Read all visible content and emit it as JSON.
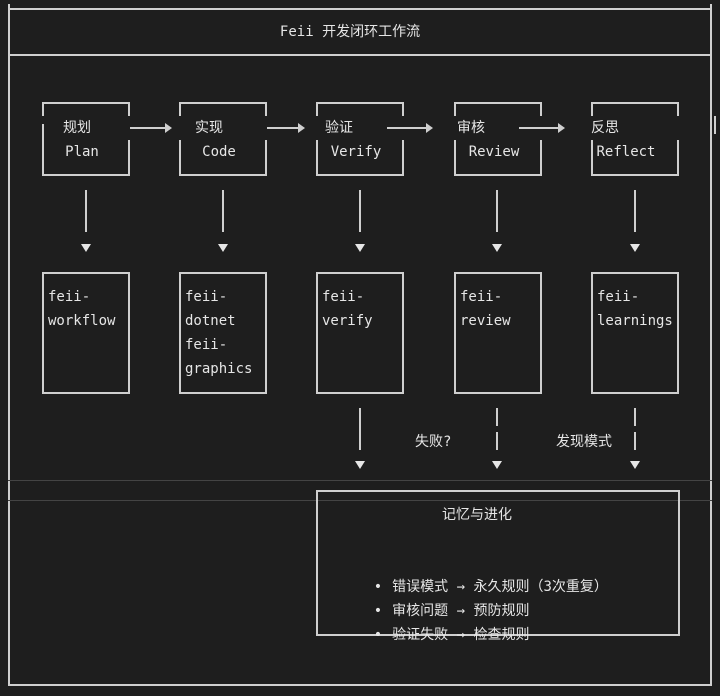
{
  "title": "Feii 开发闭环工作流",
  "stages": [
    {
      "cn": "规划",
      "en": "Plan"
    },
    {
      "cn": "实现",
      "en": "Code"
    },
    {
      "cn": "验证",
      "en": "Verify"
    },
    {
      "cn": "审核",
      "en": "Review"
    },
    {
      "cn": "反思",
      "en": "Reflect"
    }
  ],
  "skills": [
    [
      "feii-",
      "workflow"
    ],
    [
      "feii-",
      "dotnet",
      "feii-",
      "graphics"
    ],
    [
      "feii-",
      "verify"
    ],
    [
      "feii-",
      "review"
    ],
    [
      "feii-",
      "learnings"
    ]
  ],
  "feedback_labels": {
    "review": "失败?",
    "reflect": "发现模式"
  },
  "memory": {
    "title": "记忆与进化",
    "bullet": "•",
    "items": [
      {
        "from": "错误模式",
        "arrow": "→",
        "to": "永久规则（3次重复）"
      },
      {
        "from": "审核问题",
        "arrow": "→",
        "to": "预防规则"
      },
      {
        "from": "验证失败",
        "arrow": "→",
        "to": "检查规则"
      }
    ]
  }
}
